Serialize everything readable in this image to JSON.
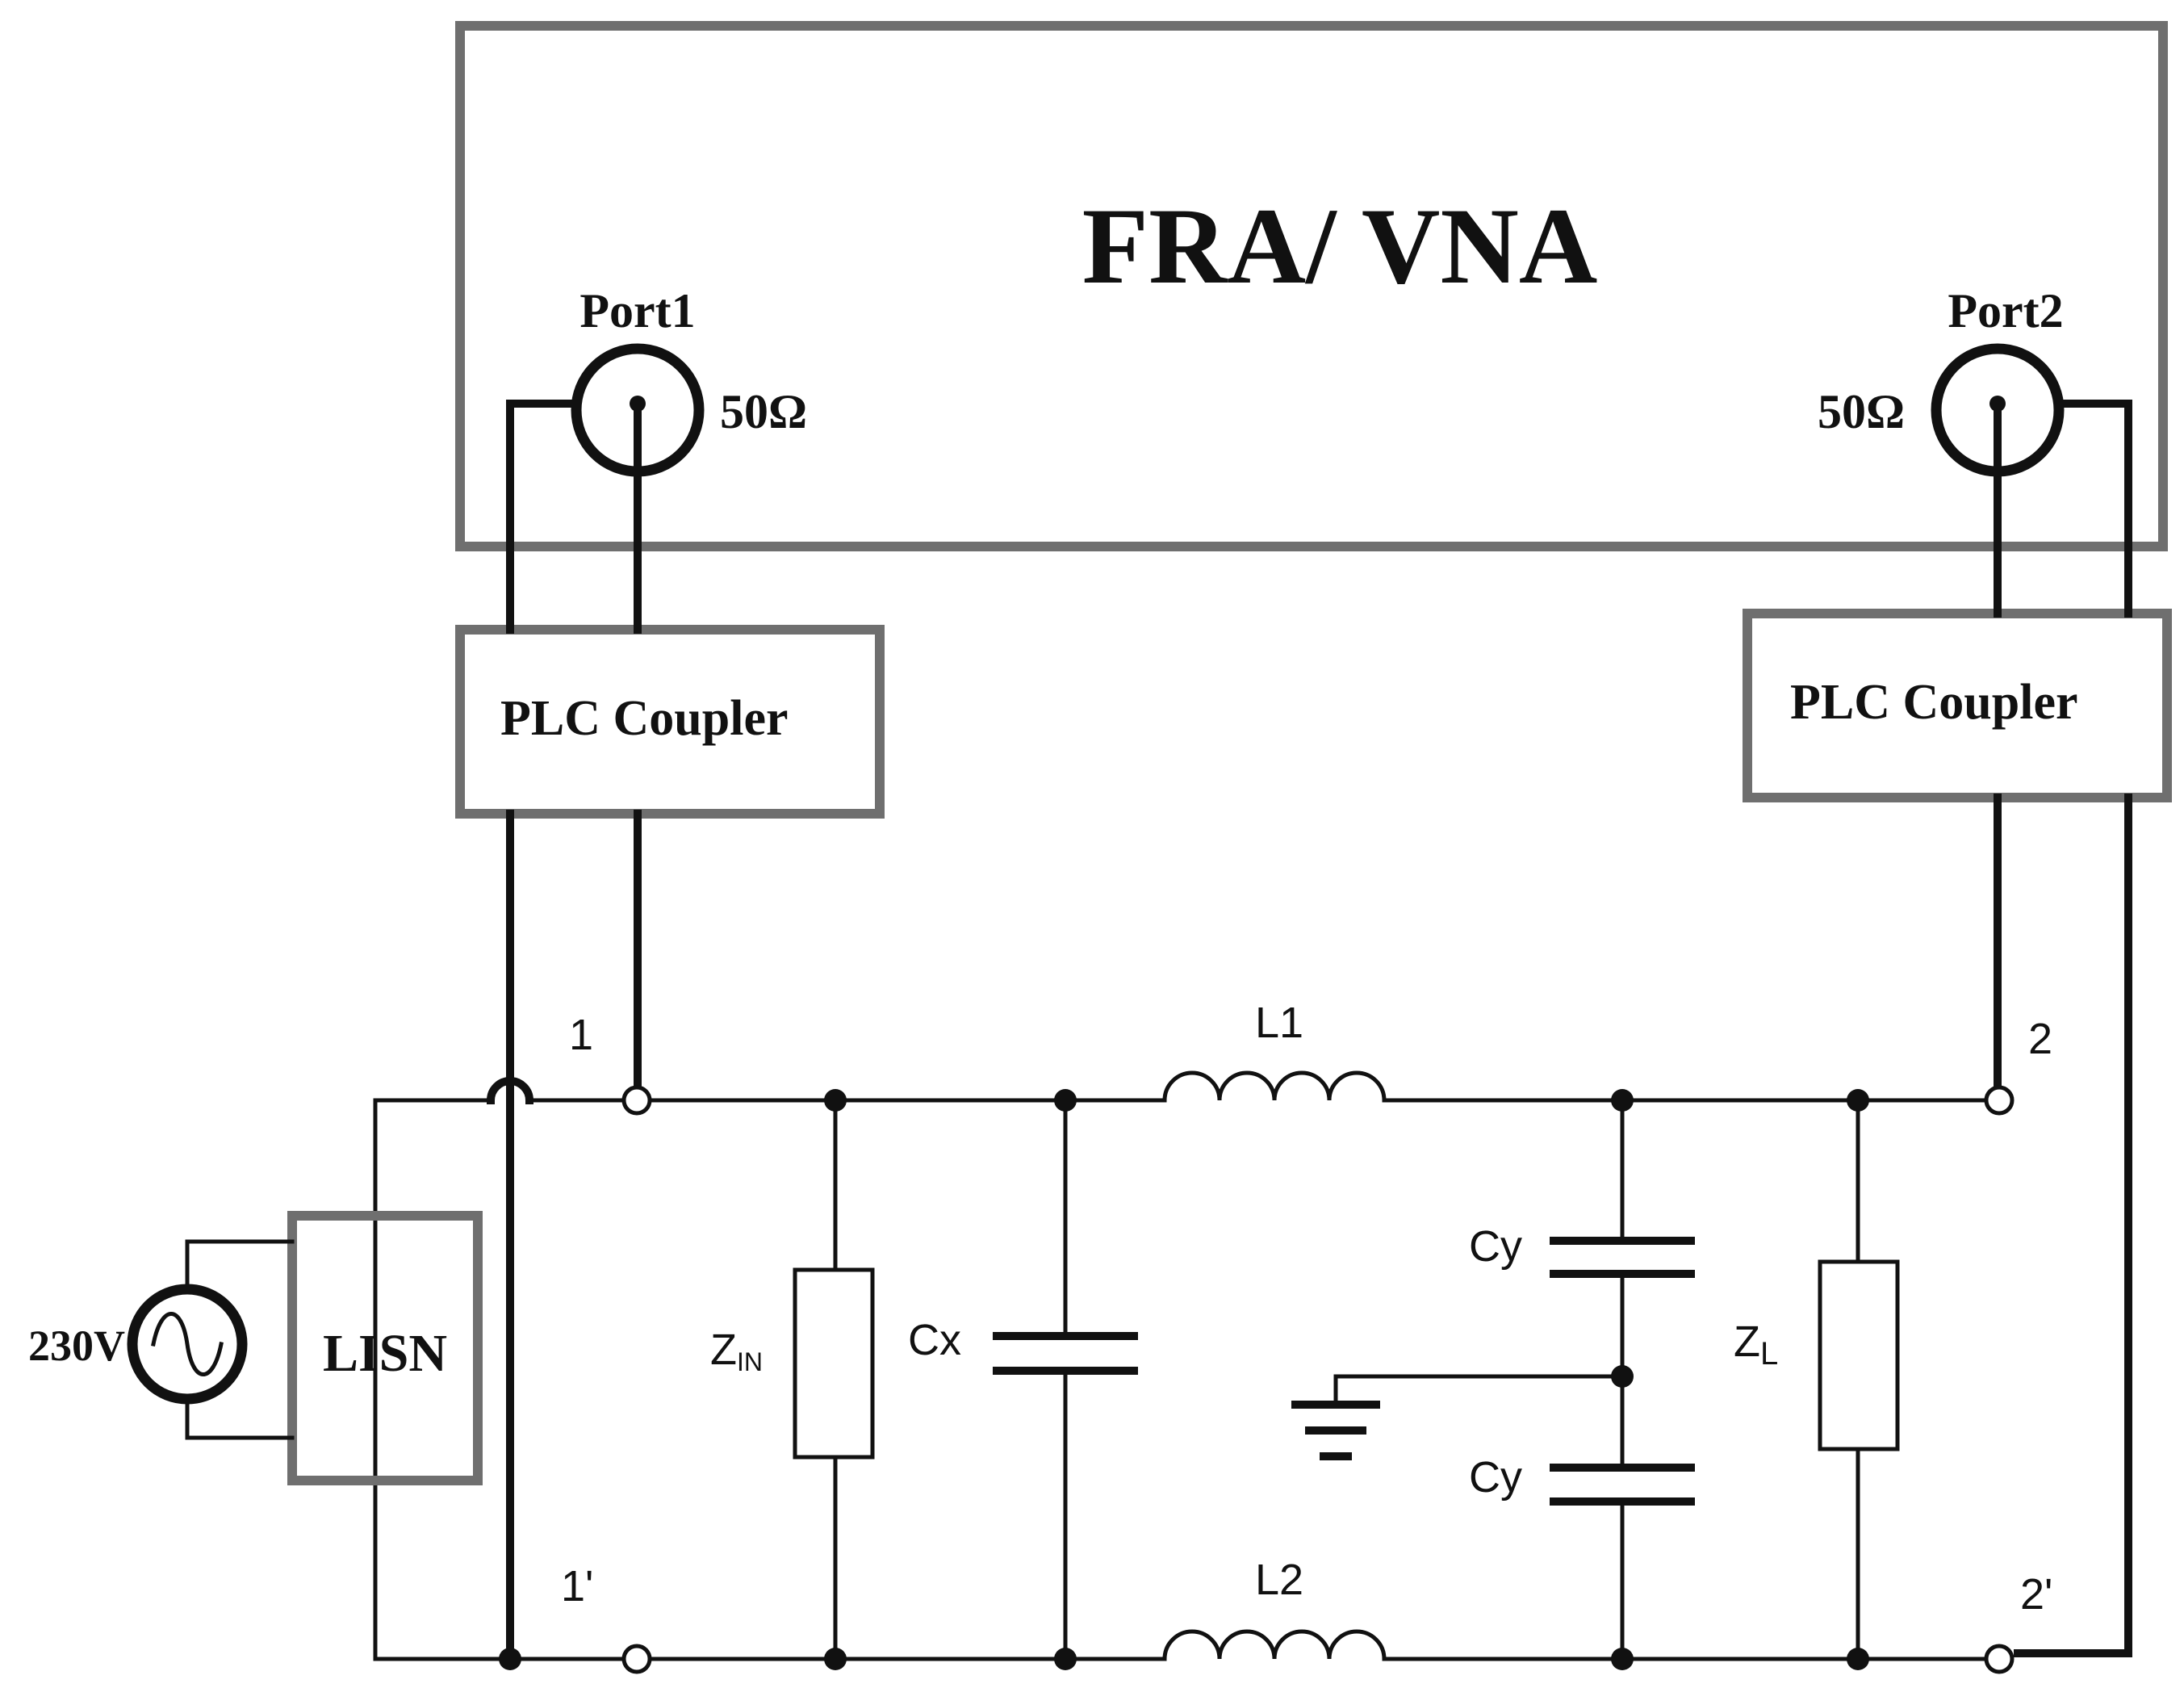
{
  "analyzer": {
    "title": "FRA/ VNA"
  },
  "ports": [
    {
      "name": "Port1",
      "impedance": "50Ω"
    },
    {
      "name": "Port2",
      "impedance": "50Ω"
    }
  ],
  "couplers": [
    {
      "label": "PLC Coupler"
    },
    {
      "label": "PLC Coupler"
    }
  ],
  "source": {
    "voltage": "230V"
  },
  "lisn": {
    "label": "LISN"
  },
  "terminals": {
    "t1": "1",
    "t1p": "1'",
    "t2": "2",
    "t2p": "2'"
  },
  "components": {
    "l1": "L1",
    "l2": "L2",
    "cx": "Cx",
    "cy_top": "Cy",
    "cy_bottom": "Cy",
    "zin_main": "Z",
    "zin_sub": "IN",
    "zl_main": "Z",
    "zl_sub": "L"
  },
  "colors": {
    "box_outline": "#6f6f6f",
    "wire": "#111111",
    "background": "#ffffff"
  }
}
